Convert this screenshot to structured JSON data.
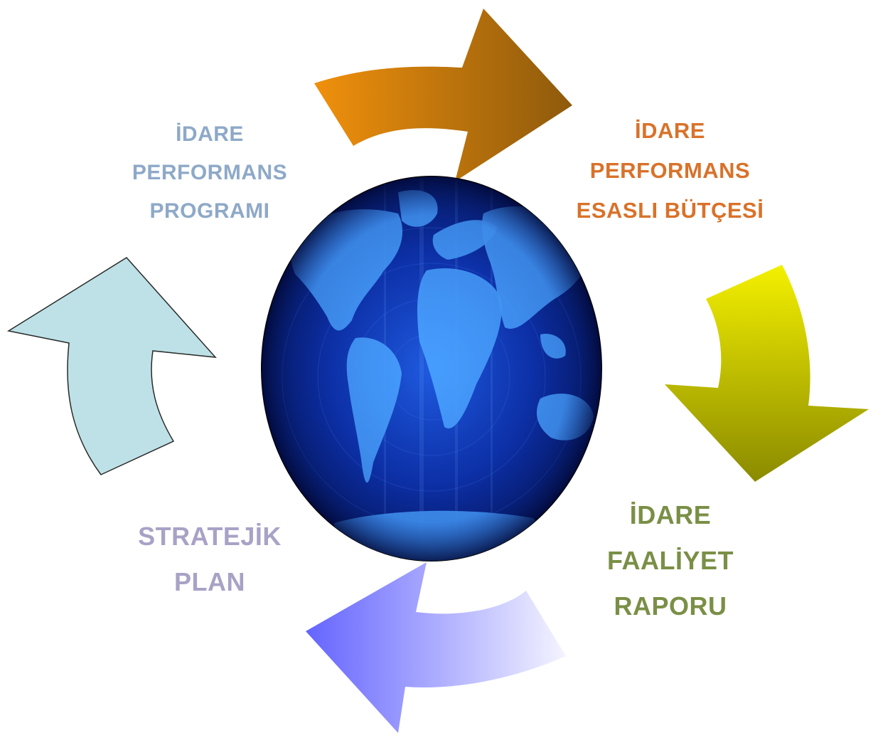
{
  "stages": {
    "program": {
      "lines": [
        "İDARE",
        "PERFORMANS",
        "PROGRAMI"
      ],
      "color": "#8ea9c8"
    },
    "budget": {
      "lines": [
        "İDARE",
        "PERFORMANS",
        "ESASLI BÜTÇESİ"
      ],
      "color": "#d9722a"
    },
    "report": {
      "lines": [
        "İDARE",
        "FAALİYET",
        "RAPORU"
      ],
      "color": "#7a8f46"
    },
    "plan": {
      "lines": [
        "STRATEJİK",
        "PLAN"
      ],
      "color": "#a9a2c6"
    }
  },
  "arrows": {
    "top": {
      "icon": "curved-arrow-right-icon",
      "colors": [
        "#f0900c",
        "#8e5a0c"
      ]
    },
    "right": {
      "icon": "curved-arrow-down-icon",
      "colors": [
        "#f4f000",
        "#8a8a00"
      ]
    },
    "bottom": {
      "icon": "curved-arrow-left-icon",
      "colors": [
        "#6464ff",
        "#f4f4ff"
      ]
    },
    "left": {
      "icon": "curved-arrow-up-icon",
      "colors": [
        "#bde1e6"
      ]
    }
  },
  "center": {
    "icon": "world-map-globe-icon",
    "colors": [
      "#4fa8ff",
      "#0a2a8c",
      "#020a3a"
    ]
  }
}
